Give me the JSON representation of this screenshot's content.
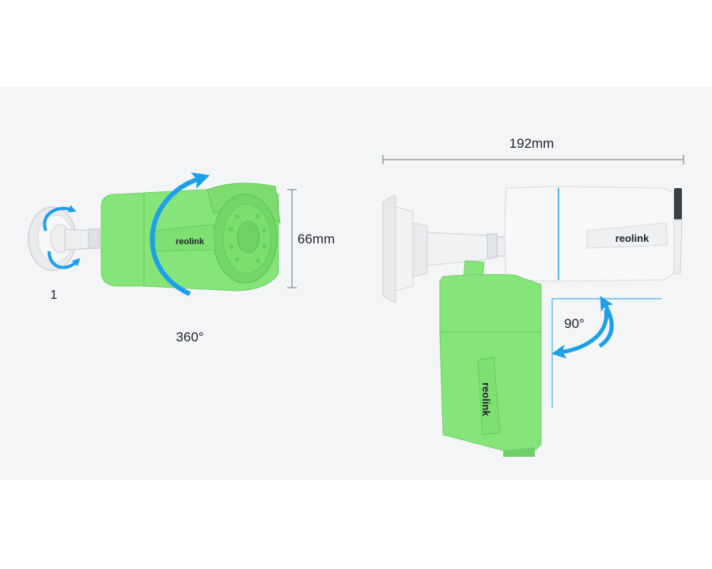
{
  "labels": {
    "tilt_index": "1",
    "rotation": "360°",
    "height_dimension": "66mm",
    "length_dimension": "192mm",
    "tilt_angle": "90°"
  },
  "brand": {
    "logo_text": "reolink",
    "colors": {
      "highlight_green": "#86e57a",
      "highlight_green_dark": "#5fc95a",
      "arrow_blue": "#1ea0e8",
      "dimension_line": "#9aa0a6",
      "body_white": "#f7f8f9",
      "logo_blue": "#2b8fd8"
    }
  }
}
